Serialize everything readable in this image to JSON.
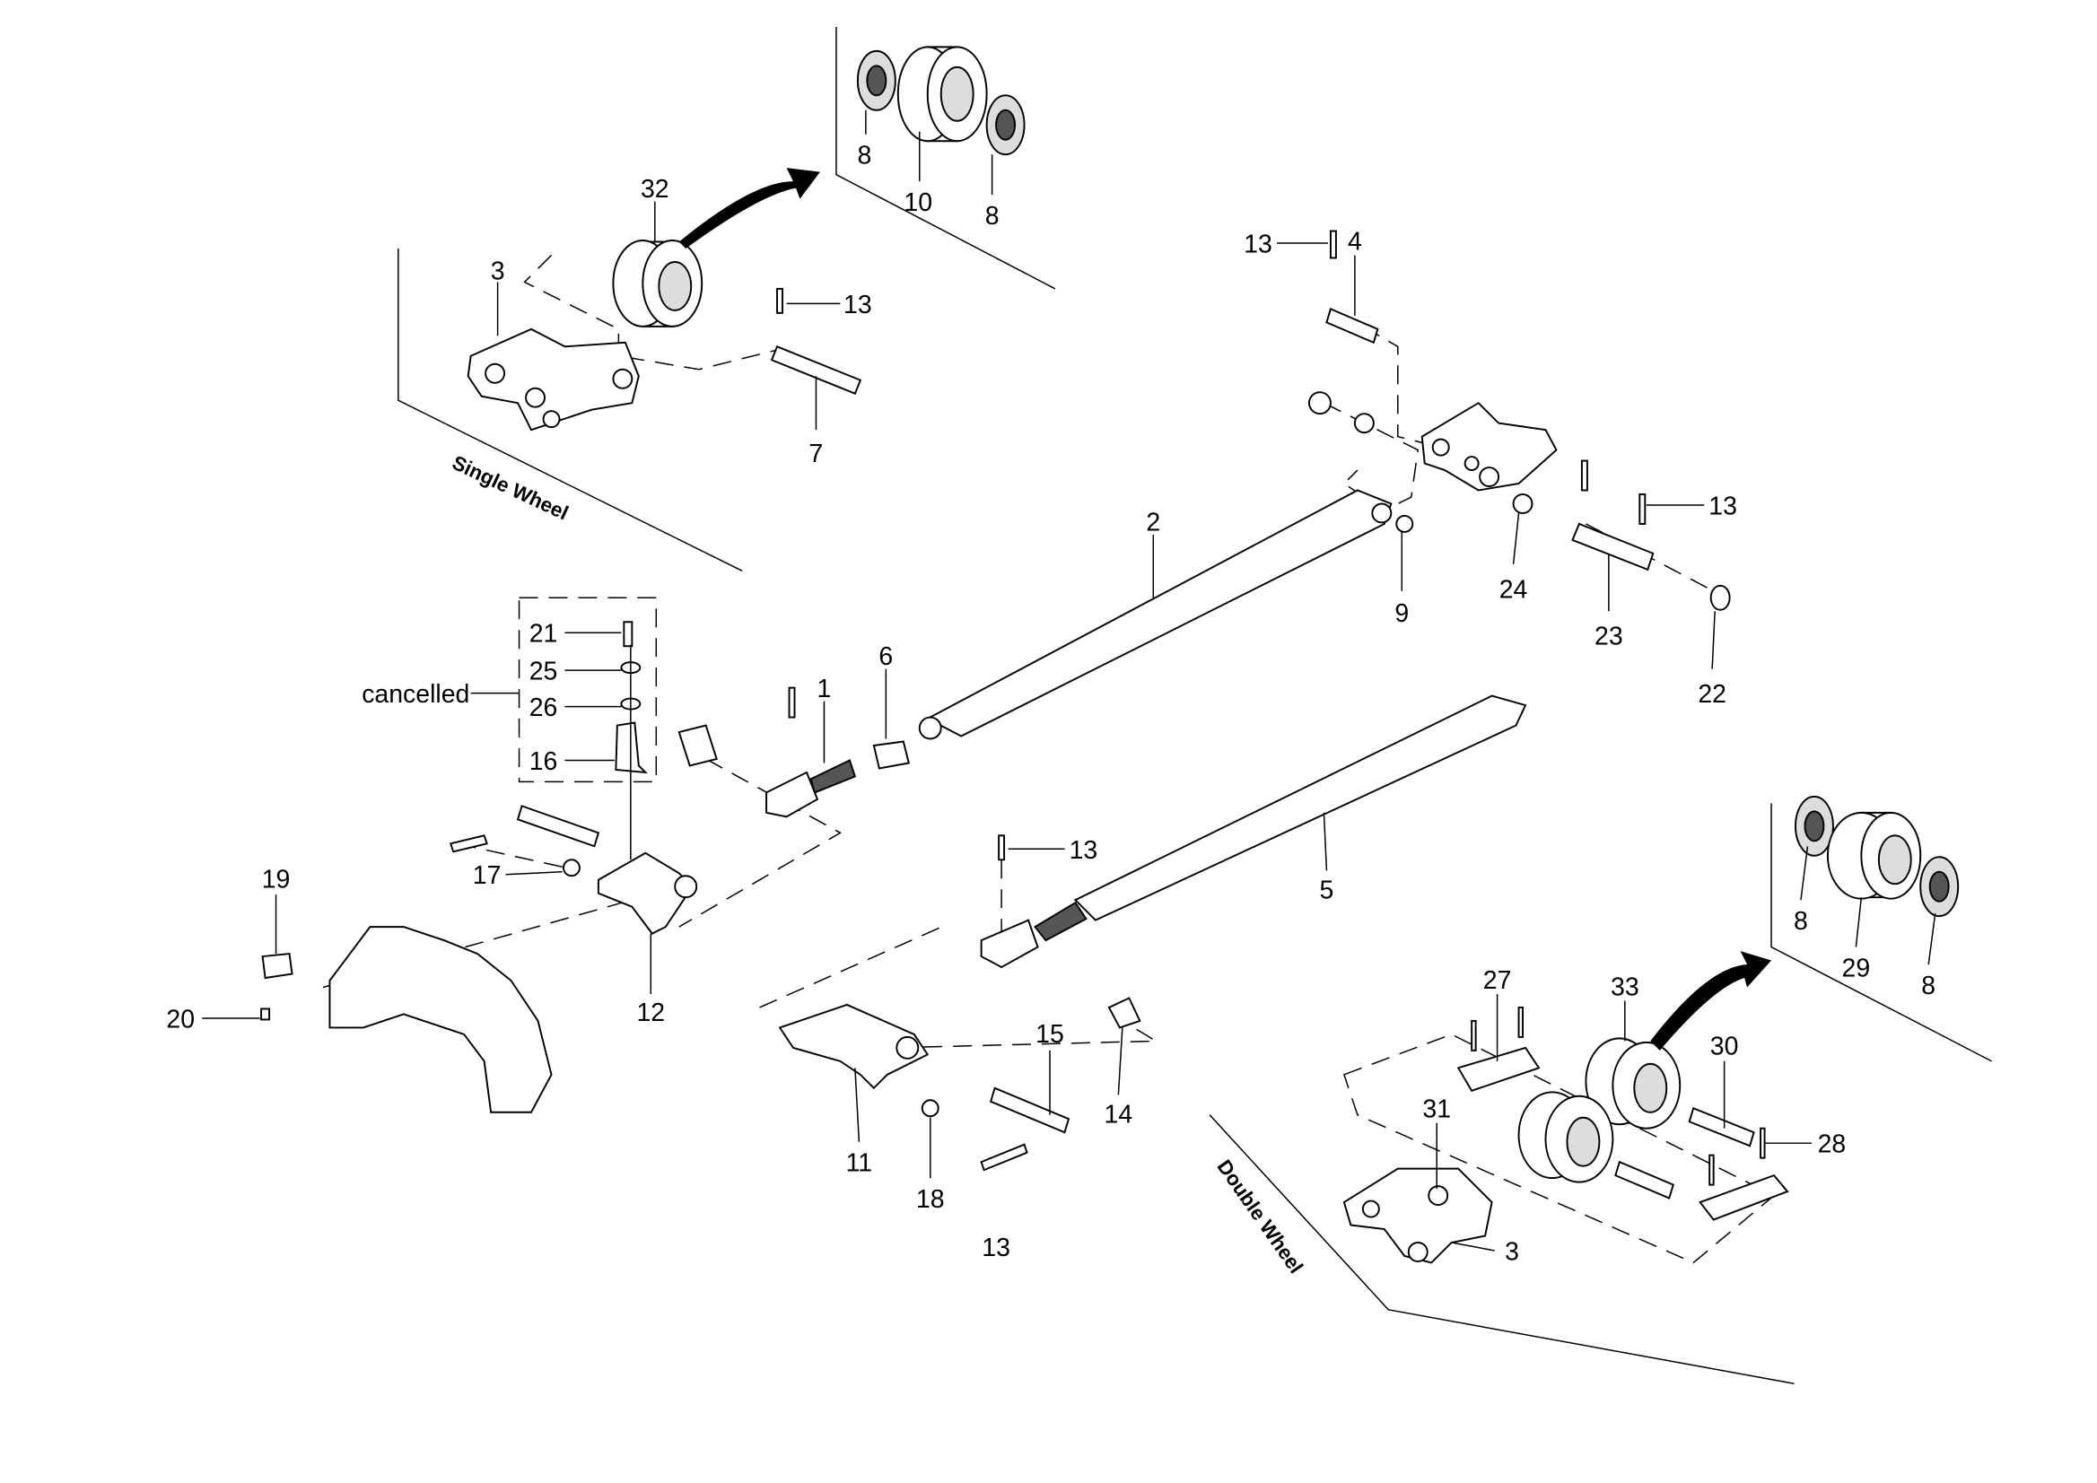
{
  "diagram": {
    "captions": {
      "single_wheel": "Single Wheel",
      "double_wheel": "Double Wheel",
      "cancelled": "cancelled"
    },
    "callouts": [
      "8",
      "10",
      "8",
      "32",
      "3",
      "13",
      "7",
      "13",
      "4",
      "2",
      "9",
      "24",
      "23",
      "13",
      "22",
      "6",
      "1",
      "21",
      "25",
      "26",
      "16",
      "17",
      "19",
      "20",
      "12",
      "13",
      "5",
      "15",
      "14",
      "11",
      "18",
      "13",
      "8",
      "29",
      "8",
      "27",
      "33",
      "30",
      "31",
      "28",
      "3"
    ]
  }
}
